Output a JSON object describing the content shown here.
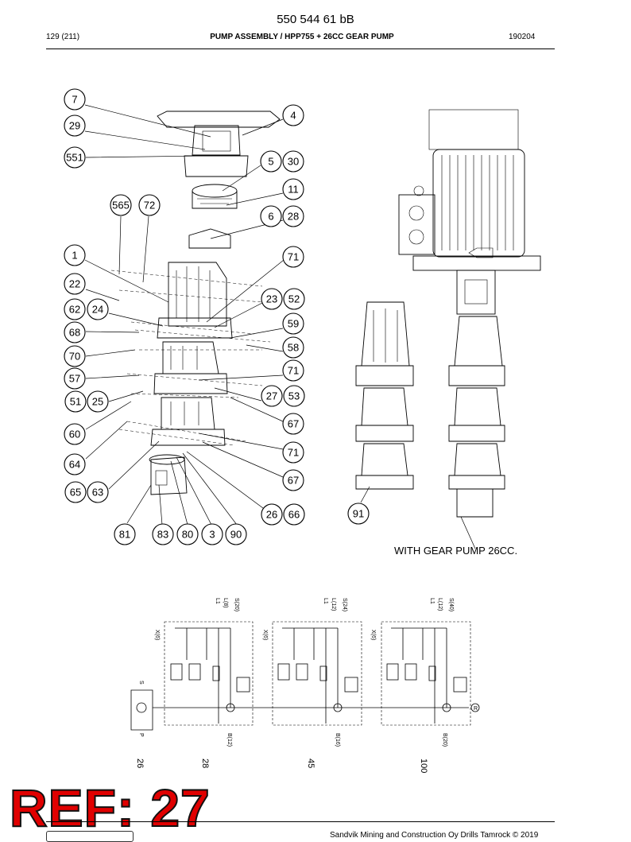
{
  "header": {
    "doc_number": "550 544 61 bB",
    "page": "129 (211)",
    "title": "PUMP ASSEMBLY / HPP755 + 26CC GEAR PUMP",
    "date_code": "190204"
  },
  "caption": "WITH GEAR PUMP 26CC.",
  "ref_label": "REF: 27",
  "footer": {
    "copyright": "Sandvik Mining and Construction Oy Drills Tamrock © 2019"
  },
  "callouts": {
    "c7": "7",
    "c29": "29",
    "c551": "551",
    "c4": "4",
    "c5": "5",
    "c30": "30",
    "c11": "11",
    "c565": "565",
    "c72": "72",
    "c6": "6",
    "c28": "28",
    "c1": "1",
    "c71a": "71",
    "c22": "22",
    "c23": "23",
    "c52": "52",
    "c62": "62",
    "c24": "24",
    "c59": "59",
    "c68": "68",
    "c58": "58",
    "c70": "70",
    "c71b": "71",
    "c57": "57",
    "c27": "27",
    "c53": "53",
    "c51": "51",
    "c25": "25",
    "c67a": "67",
    "c60": "60",
    "c71c": "71",
    "c64": "64",
    "c67b": "67",
    "c65": "65",
    "c63": "63",
    "c26": "26",
    "c66": "66",
    "c81": "81",
    "c83": "83",
    "c80": "80",
    "c3": "3",
    "c90": "90",
    "c91": "91"
  },
  "schematic": {
    "labels": {
      "s20": "S(20)",
      "l8": "L(8)",
      "l1a": "L1",
      "x6a": "X(6)",
      "b12": "B(12)",
      "s24": "S(24)",
      "l12a": "L(12)",
      "l1b": "L1",
      "x6b": "X(6)",
      "b16": "B(16)",
      "s40": "S(40)",
      "l12b": "L(12)",
      "l1c": "L1",
      "x6c": "X(6)",
      "b20": "B(20)",
      "s_left": "S",
      "p_left": "P",
      "r": "R",
      "n26": "26",
      "n28": "28",
      "n45": "45",
      "n100": "100"
    }
  }
}
